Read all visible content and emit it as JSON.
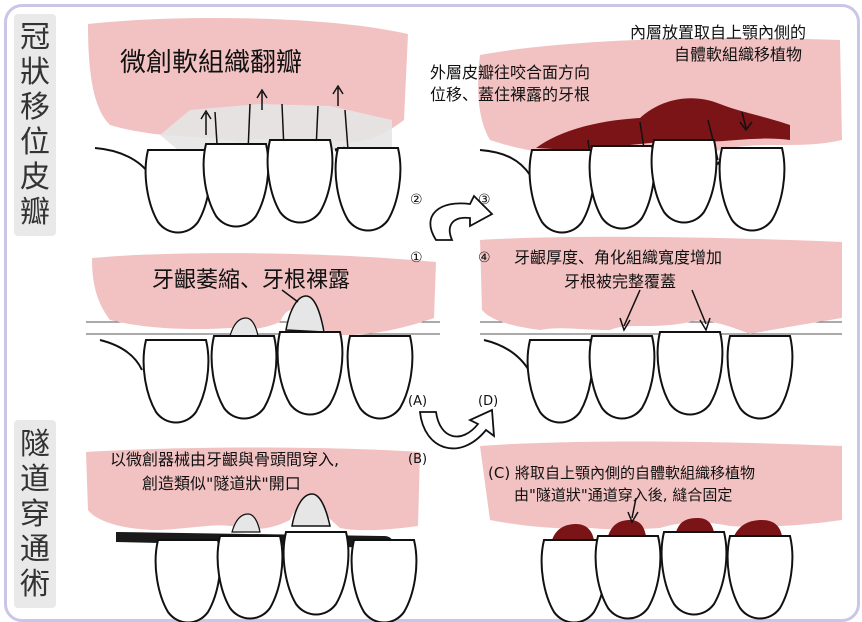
{
  "side_labels": {
    "top": [
      "冠",
      "狀",
      "移",
      "位",
      "皮",
      "瓣"
    ],
    "bottom": [
      "隧",
      "道",
      "穿",
      "通",
      "術"
    ]
  },
  "texts": {
    "flap_title": "微創軟組織翻瓣",
    "outer_flap_line1": "外層皮瓣往咬合面方向",
    "outer_flap_line2": "位移、蓋住裸露的牙根",
    "inner_layer_line1": "內層放置取自上顎內側的",
    "inner_layer_line2": "自體軟組織移植物",
    "recession": "牙齦萎縮、牙根裸露",
    "result_line1": "牙齦厚度、角化組織寬度增加",
    "result_line2": "牙根被完整覆蓋",
    "tunnel_line1": "以微創器械由牙齦與骨頭間穿入,",
    "tunnel_line2": "創造類似\"隧道狀\"開口",
    "graft_line1": "(C) 將取自上顎內側的自體軟組織移植物",
    "graft_line2": "由\"隧道狀\"通道穿入後, 縫合固定"
  },
  "step_markers": {
    "one": "①",
    "two": "②",
    "three": "③",
    "four": "④",
    "A": "(A)",
    "B": "(B)",
    "D": "(D)"
  },
  "colors": {
    "gum": "#f2c2c3",
    "graft": "#7b1417",
    "frame": "#c9c6e6",
    "side_bg": "#e9e9e9",
    "root": "#e6e6e6",
    "instrument": "#1a1a1a"
  }
}
